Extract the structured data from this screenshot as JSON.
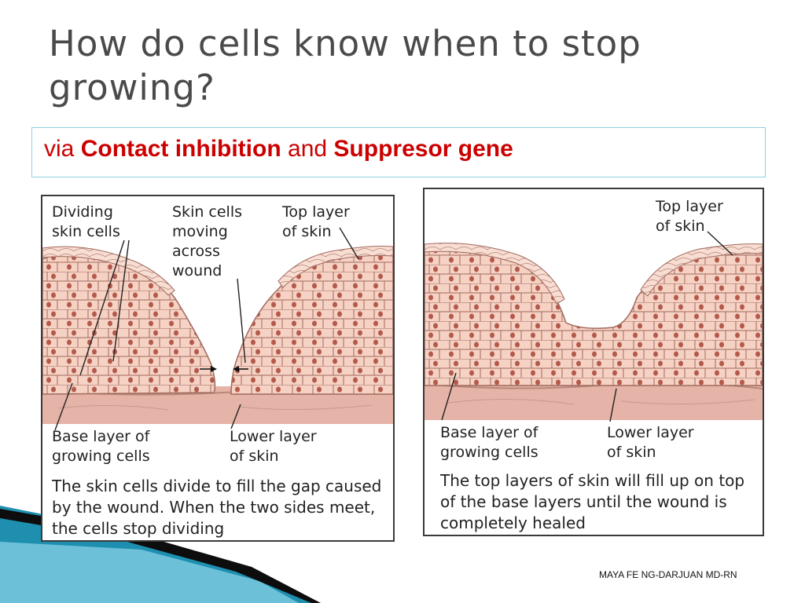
{
  "slide": {
    "title": "How do cells know when to stop growing?",
    "subtitle": {
      "prefix": "via",
      "term1": "Contact inhibition",
      "connector": "and",
      "term2": "Suppresor gene",
      "term_color": "#cc0000"
    },
    "footer": "MAYA FE NG-DARJUAN MD-RN"
  },
  "left_figure": {
    "label_dividing": "Dividing\nskin cells",
    "label_moving": "Skin cells\nmoving\nacross\nwound",
    "label_top": "Top layer\nof skin",
    "label_base": "Base layer of\ngrowing cells",
    "label_lower": "Lower layer\nof skin",
    "caption": "The skin cells divide to fill the gap caused by the wound. When the two sides meet, the cells stop dividing"
  },
  "right_figure": {
    "label_top": "Top layer\nof skin",
    "label_base": "Base layer of\ngrowing cells",
    "label_lower": "Lower layer\nof skin",
    "caption": "The top layers of skin will fill up on top of the base layers until the wound is completely healed"
  },
  "colors": {
    "cell_fill": "#f6d2c4",
    "cell_outline": "#a06a5e",
    "nucleus": "#b45a4c",
    "lower_layer": "#e5b3a7",
    "accent_blue": "#1f8fb0"
  }
}
